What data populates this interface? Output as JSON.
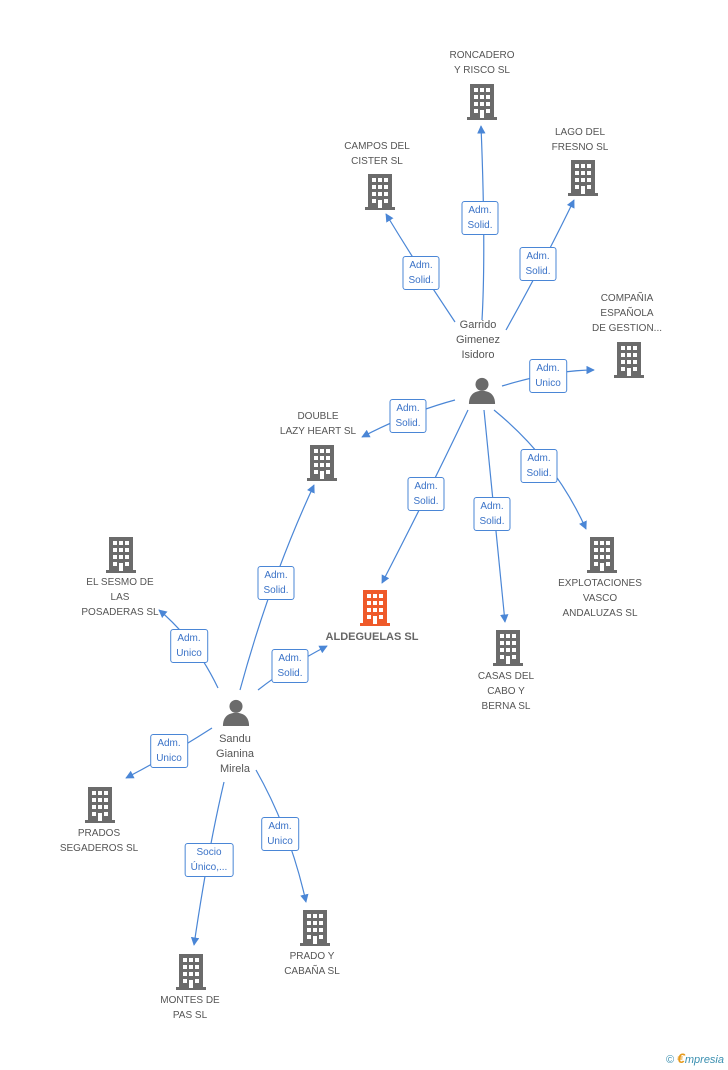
{
  "colors": {
    "edge": "#4a86d6",
    "node": "#6b6b6b",
    "main_node": "#ef5a2a"
  },
  "persons": [
    {
      "id": "garrido",
      "label": "Garrido\nGimenez\nIsidoro",
      "icon": "person-icon"
    },
    {
      "id": "sandu",
      "label": "Sandu\nGianina\nMirela",
      "icon": "person-icon"
    }
  ],
  "companies": [
    {
      "id": "roncadero",
      "label": "RONCADERO\nY RISCO SL",
      "icon": "building-icon"
    },
    {
      "id": "campos",
      "label": "CAMPOS DEL\nCISTER SL",
      "icon": "building-icon"
    },
    {
      "id": "lago",
      "label": "LAGO DEL\nFRESNO SL",
      "icon": "building-icon"
    },
    {
      "id": "compania",
      "label": "COMPAÑIA\nESPAÑOLA\nDE GESTION...",
      "icon": "building-icon"
    },
    {
      "id": "double",
      "label": "DOUBLE\nLAZY HEART SL",
      "icon": "building-icon"
    },
    {
      "id": "sesmo",
      "label": "EL SESMO DE\nLAS\nPOSADERAS SL",
      "icon": "building-icon"
    },
    {
      "id": "aldeguelas",
      "label": "ALDEGUELAS SL",
      "icon": "building-icon",
      "main": true
    },
    {
      "id": "explotaciones",
      "label": "EXPLOTACIONES\nVASCO\nANDALUZAS SL",
      "icon": "building-icon"
    },
    {
      "id": "casas",
      "label": "CASAS DEL\nCABO Y\nBERNA SL",
      "icon": "building-icon"
    },
    {
      "id": "prados",
      "label": "PRADOS\nSEGADEROS SL",
      "icon": "building-icon"
    },
    {
      "id": "prado",
      "label": "PRADO Y\nCABAÑA SL",
      "icon": "building-icon"
    },
    {
      "id": "montes",
      "label": "MONTES DE\nPAS SL",
      "icon": "building-icon"
    }
  ],
  "edges": [
    {
      "from": "garrido",
      "to": "roncadero",
      "label": "Adm.\nSolid."
    },
    {
      "from": "garrido",
      "to": "campos",
      "label": "Adm.\nSolid."
    },
    {
      "from": "garrido",
      "to": "lago",
      "label": "Adm.\nSolid."
    },
    {
      "from": "garrido",
      "to": "compania",
      "label": "Adm.\nUnico"
    },
    {
      "from": "garrido",
      "to": "double",
      "label": "Adm.\nSolid."
    },
    {
      "from": "garrido",
      "to": "aldeguelas",
      "label": "Adm.\nSolid."
    },
    {
      "from": "garrido",
      "to": "casas",
      "label": "Adm.\nSolid."
    },
    {
      "from": "garrido",
      "to": "explotaciones",
      "label": "Adm.\nSolid."
    },
    {
      "from": "sandu",
      "to": "double",
      "label": "Adm.\nSolid."
    },
    {
      "from": "sandu",
      "to": "sesmo",
      "label": "Adm.\nUnico"
    },
    {
      "from": "sandu",
      "to": "aldeguelas",
      "label": "Adm.\nSolid."
    },
    {
      "from": "sandu",
      "to": "prados",
      "label": "Adm.\nUnico"
    },
    {
      "from": "sandu",
      "to": "prado",
      "label": "Adm.\nUnico"
    },
    {
      "from": "sandu",
      "to": "montes",
      "label": "Socio\nÚnico,..."
    }
  ],
  "brand": {
    "copyright": "©",
    "e": "€",
    "rest": "mpresia"
  }
}
